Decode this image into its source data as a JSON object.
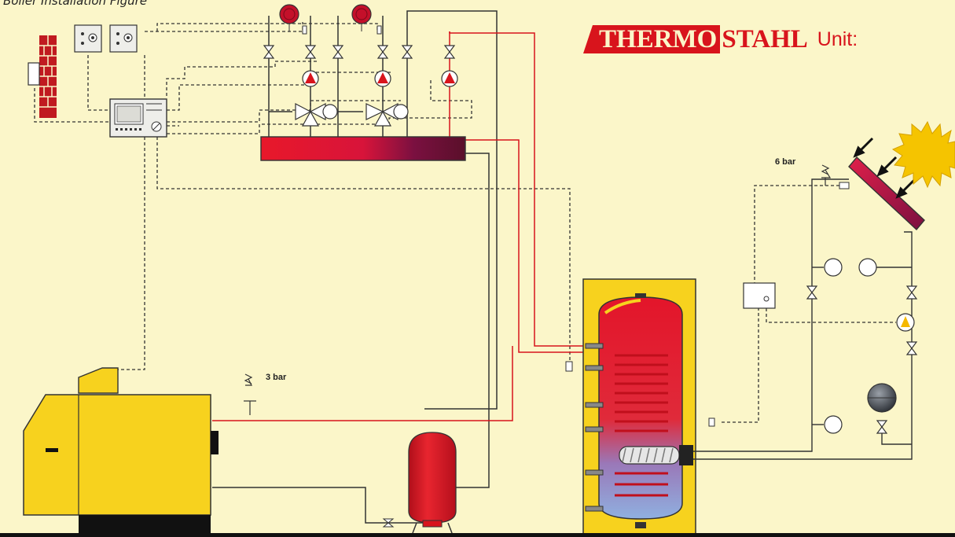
{
  "figure": {
    "title": "Boiler Installation Figure",
    "brand": {
      "highlighted_part": "THERMO",
      "rest_part": "STAHL",
      "suffix": "Unit:"
    },
    "labels": {
      "collector_safety_valve": "6 bar",
      "boiler_safety_valve": "3 bar"
    },
    "components": [
      "sun-icon",
      "solar-collector",
      "hot-water-tank",
      "expansion-vessel",
      "solid-fuel-boiler",
      "distribution-manifold",
      "controller",
      "room-thermostats",
      "outdoor-sensor"
    ]
  },
  "colors": {
    "background": "#fbf6c9",
    "boiler": "#f7d21e",
    "tank_cabinet": "#f7d21e",
    "hot": "#d8141c",
    "manifold_cold_end": "#5a0f2a",
    "pipe_dark": "#333333",
    "sun": "#f5c400"
  }
}
